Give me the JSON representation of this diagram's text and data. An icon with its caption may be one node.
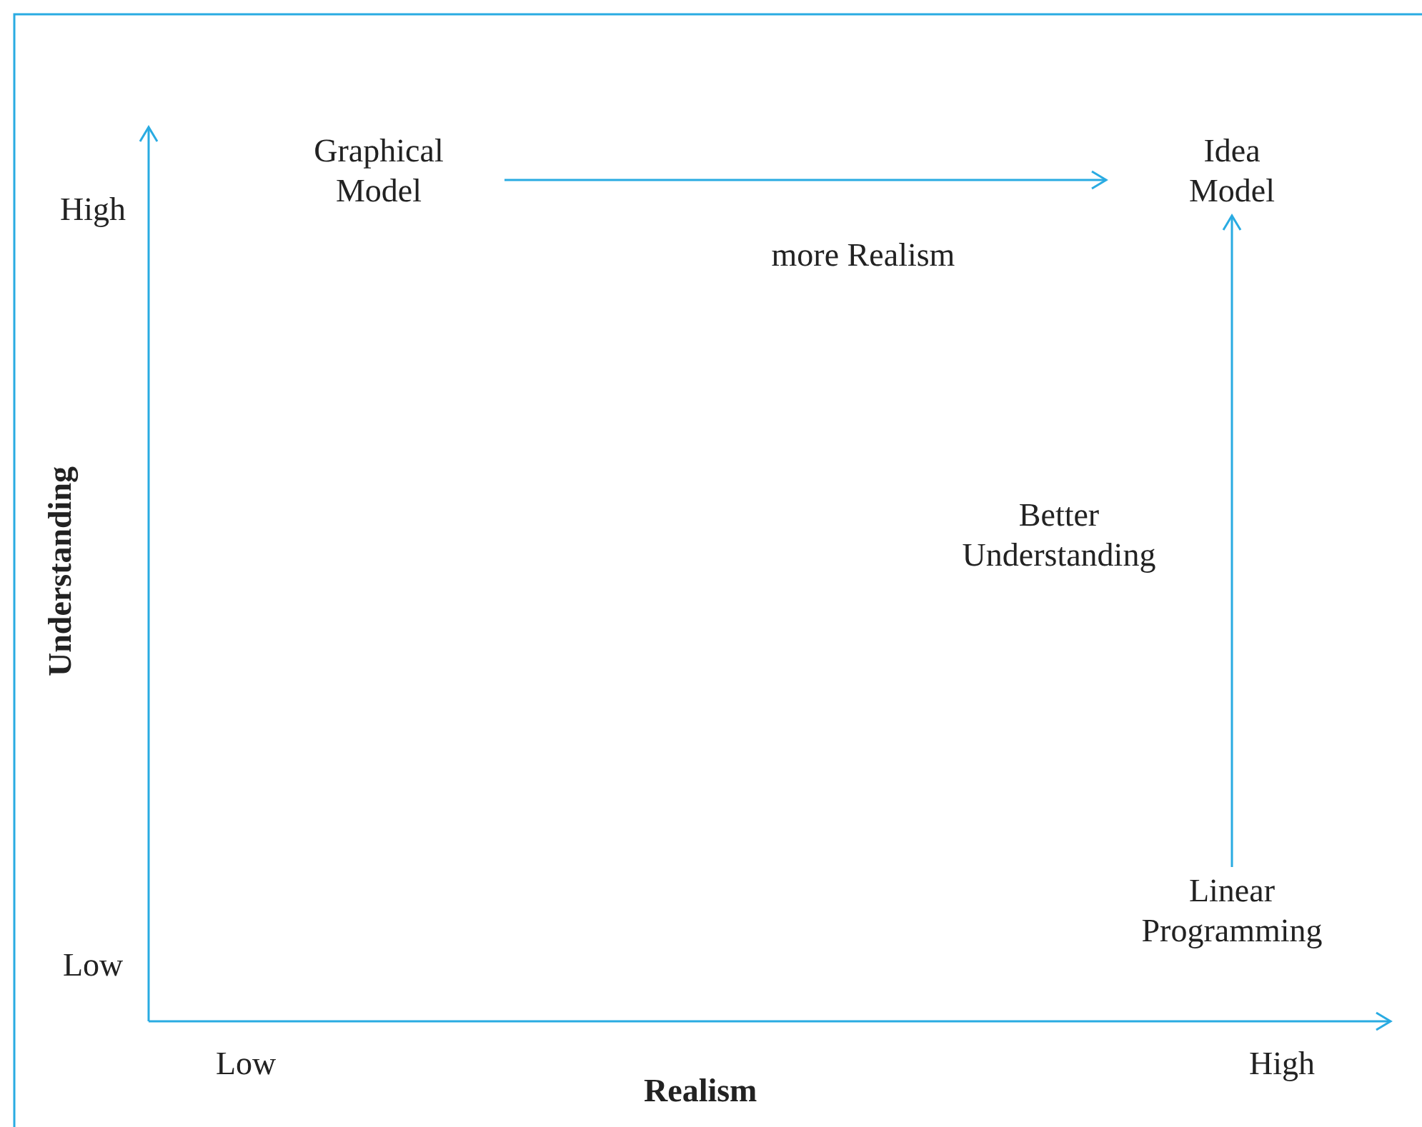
{
  "diagram": {
    "nodes": [
      {
        "text": [
          "Graphical Model"
        ]
      },
      {
        "text": [
          "Idea Model"
        ]
      },
      {
        "text": [
          "Linear Programming"
        ]
      }
    ],
    "edges": [
      {
        "from": 0,
        "to": 1,
        "arrow": "to",
        "label": "more Realism"
      },
      {
        "from": 2,
        "to": 1,
        "arrow": "to",
        "label": "Better Understanding"
      }
    ],
    "labels": [
      "High",
      "Understanding",
      "Low",
      "Low",
      "Realism",
      "High"
    ]
  }
}
